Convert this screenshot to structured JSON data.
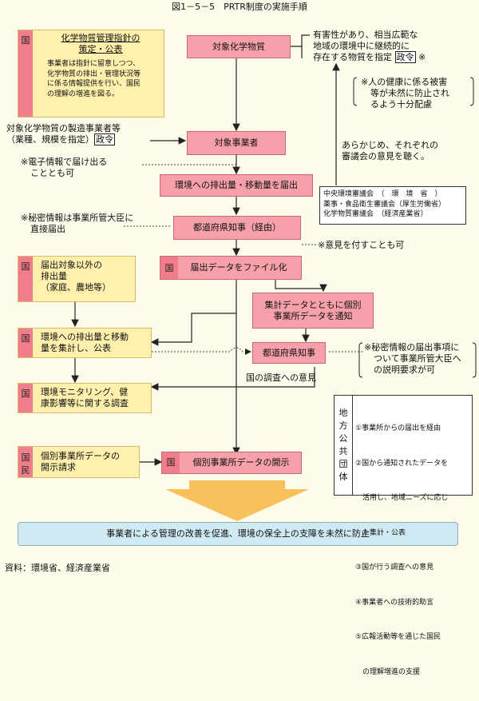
{
  "title": "図1－5－5　PRTR制度の実施手順",
  "main_flow": {
    "target_substance": "対象化学物質",
    "target_business": "対象事業者",
    "report": "環境への排出量・移動量を届出",
    "governor_via": "都道府県知事（経由）",
    "file": "届出データをファイル化",
    "notify": [
      "集計データとともに個別",
      "事業所データを通知"
    ],
    "governor": "都道府県知事",
    "individual_disclosure": "個別事業所データの開示",
    "outcome": "事業者による管理の改善を促進、環境の保全上の支障を未然に防止"
  },
  "left": {
    "guideline_box": {
      "tag": "国",
      "heading": [
        "化学物質管理指針の",
        "策定・公表"
      ],
      "body": [
        "事業者は指針に留意しつつ、",
        "化学物質の排出・管理状況等",
        "に係る情報提供を行い、国民",
        "の理解の増進を図る。"
      ]
    },
    "business_spec_line1": "対象化学物質の製造事業者等",
    "business_spec_line2": "（業種、規模を指定）",
    "business_spec_tag": "政令",
    "electronic_note": [
      "※電子情報で届け出る",
      "こととも可"
    ],
    "secret_note": [
      "※秘密情報は事業所管大臣に",
      "直接届出"
    ],
    "nontarget_box": {
      "tag": "国",
      "lines": [
        "届出対象以外の",
        "排出量",
        "（家庭、農地等）"
      ]
    },
    "aggregate_box": {
      "tag": "国",
      "lines": [
        "環境への排出量と移動",
        "量を集計し、公表"
      ]
    },
    "monitoring_box": {
      "tag": "国",
      "lines": [
        "環境モニタリング、健",
        "康影響等に関する調査"
      ]
    },
    "citizen_box": {
      "tags": [
        "国",
        "民"
      ],
      "lines": [
        "個別事業所データの",
        "開示請求"
      ]
    }
  },
  "right": {
    "substance_spec": [
      "有害性があり、相当広範な",
      "地域の環境中に継続的に",
      "存在する物質を指定"
    ],
    "substance_tag": "政令",
    "substance_mark": "※",
    "health_note": [
      "※人の健康に係る被害",
      "等が未然に防止され",
      "るよう十分配慮"
    ],
    "council_note": [
      "あらかじめ、それぞれの",
      "審議会の意見を聴く。"
    ],
    "councils": [
      "中央環境審議会　（　環　境　省　）",
      "薬事・食品衛生審議会（厚生労働省）",
      "化学物質審議会　（経済産業省）"
    ],
    "opinion_note": "※意見を付すことも可",
    "secret_request_note": [
      "※秘密情報の届出事項に",
      "ついて事業所管大臣へ",
      "の説明要求が可"
    ],
    "national_survey_opinion": "国の調査への意見",
    "local_gov_label": [
      "地",
      "方",
      "公",
      "共",
      "団",
      "体"
    ],
    "local_gov_items": [
      "①事業所からの届出を経由",
      "②国から通知されたデータを",
      "　活用し、地域ニーズに応じ",
      "　た集計・公表",
      "③国が行う調査への意見",
      "④事業者への技術的助言",
      "⑤広報活動等を通じた国民",
      "　の理解増進の支援"
    ]
  },
  "source": "資料：環境省、経済産業省",
  "colors": {
    "pink": "#f6a0a9",
    "yellow": "#fff1ad",
    "outcome_bg": "#cfeaf2",
    "arrow_band": "#f7c05a"
  }
}
